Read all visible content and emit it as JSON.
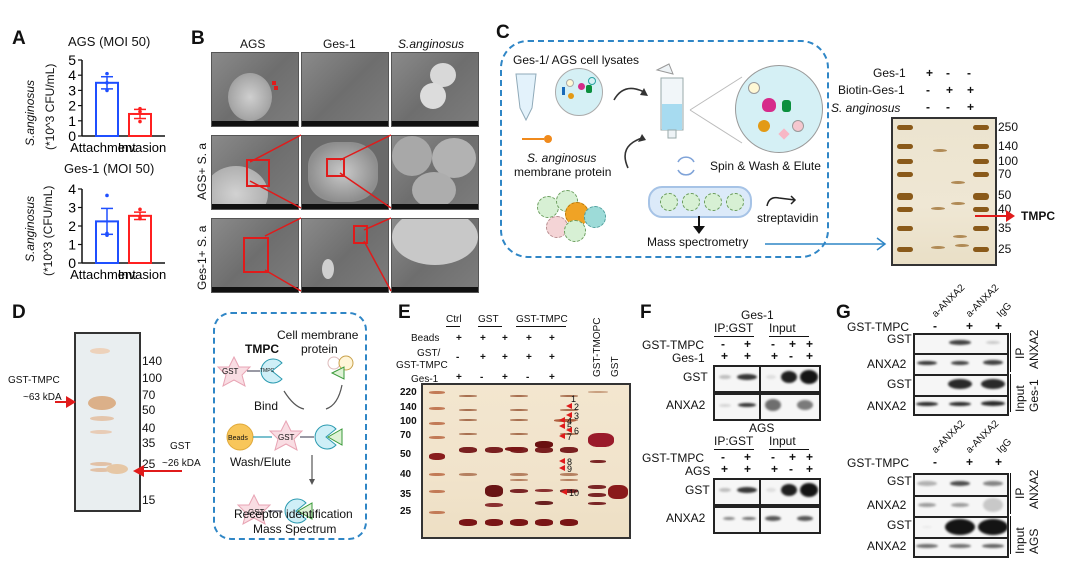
{
  "panels": {
    "A": {
      "label": "A",
      "charts": [
        {
          "title": "AGS (MOI 50)",
          "ylabel_line1": "S.anginosus",
          "ylabel_line2": "(*10^3 CFU/mL)"
        },
        {
          "title": "Ges-1 (MOI 50)",
          "ylabel_line1": "S.anginosus",
          "ylabel_line2": "(*10^3 (CFU/mL)"
        }
      ]
    },
    "B": {
      "label": "B",
      "columns": [
        "AGS",
        "Ges-1",
        "S.anginosus"
      ],
      "rows": [
        "",
        "AGS+ S. a",
        "Ges-1+ S. a"
      ]
    },
    "C": {
      "label": "C",
      "lysate_label": "Ges-1/ AGS cell lysates",
      "protein_label_line1": "S. anginosus",
      "protein_label_line2": "membrane protein",
      "spin_label": "Spin & Wash & Elute",
      "streptavidin_label": "streptavidin",
      "ms_label": "Mass spectrometry",
      "gel": {
        "row_labels": [
          "Ges-1",
          "Biotin-Ges-1",
          "S. anginosus"
        ],
        "row_values": [
          [
            "+",
            "-",
            "-"
          ],
          [
            "-",
            "+",
            "+"
          ],
          [
            "-",
            "-",
            "+"
          ]
        ],
        "markers": [
          "250",
          "140",
          "100",
          "70",
          "50",
          "40",
          "35",
          "25"
        ],
        "arrow_label": "TMPC"
      }
    },
    "D": {
      "label": "D",
      "gst_tmpc_label": "GST-TMPC",
      "gst_tmpc_size": "~63 kDA",
      "gst_label": "GST",
      "gst_size": "~26 kDA",
      "markers": [
        "140",
        "100",
        "70",
        "50",
        "40",
        "35",
        "25",
        "15"
      ],
      "schematic": {
        "tmpc_label": "TMPC",
        "membrane_label_line1": "Cell membrane",
        "membrane_label_line2": "protein",
        "bind_label": "Bind",
        "wash_label": "Wash/Elute",
        "receptor_line1": "Receptor identification",
        "receptor_line2": "Mass Spectrum",
        "gst_glyph": "GST",
        "tmpc_glyph": "TMPC",
        "beads_glyph": "Beads"
      }
    },
    "E": {
      "label": "E",
      "groups": [
        "Ctrl",
        "GST",
        "GST-TMPC"
      ],
      "row_labels": [
        "Beads",
        "GST/",
        "GST-TMPC",
        "Ges-1"
      ],
      "beads": [
        "+",
        "+",
        "+",
        "+",
        "+"
      ],
      "gst": [
        "-",
        "+",
        "+",
        "+",
        "+"
      ],
      "ges1": [
        "+",
        "-",
        "+",
        "-",
        "+"
      ],
      "extra_lanes": [
        "GST-TMOPC",
        "GST"
      ],
      "markers": [
        "220",
        "140",
        "100",
        "70",
        "50",
        "40",
        "35",
        "25"
      ],
      "band_numbers": [
        "1",
        "2",
        "3",
        "4",
        "5",
        "6",
        "7",
        "8",
        "9",
        "10"
      ]
    },
    "F": {
      "label": "F",
      "blocks": [
        {
          "cell": "Ges-1",
          "ip_label": "IP:GST",
          "input_label": "Input",
          "row1_label": "GST-TMPC",
          "row1": [
            "-",
            "+",
            "-",
            "+",
            "+"
          ],
          "row2_label": "Ges-1",
          "row2": [
            "+",
            "+",
            "+",
            "-",
            "+"
          ],
          "blots": [
            "GST",
            "ANXA2"
          ]
        },
        {
          "cell": "AGS",
          "ip_label": "IP:GST",
          "input_label": "Input",
          "row1_label": "GST-TMPC",
          "row1": [
            "-",
            "+",
            "-",
            "+",
            "+"
          ],
          "row2_label": "AGS",
          "row2": [
            "+",
            "+",
            "+",
            "-",
            "+"
          ],
          "blots": [
            "GST",
            "ANXA2"
          ]
        }
      ]
    },
    "G": {
      "label": "G",
      "blocks": [
        {
          "lanes": [
            "a-ANXA2",
            "a-ANXA2",
            "IgG"
          ],
          "row_label": "GST-TMPC",
          "row": [
            "-",
            "+",
            "+"
          ],
          "blots": [
            "GST",
            "ANXA2",
            "GST",
            "ANXA2"
          ],
          "side_ip": "IP",
          "side_ip2": "ANXA2",
          "side_input": "Input",
          "side_input2": "Ges-1"
        },
        {
          "lanes": [
            "a-ANXA2",
            "a-ANXA2",
            "IgG"
          ],
          "row_label": "GST-TMPC",
          "row": [
            "-",
            "+",
            "+"
          ],
          "blots": [
            "GST",
            "ANXA2",
            "GST",
            "ANXA2"
          ],
          "side_ip": "IP",
          "side_ip2": "ANXA2",
          "side_input": "Input",
          "side_input2": "AGS"
        }
      ]
    }
  },
  "chart_data": [
    {
      "type": "bar",
      "title": "AGS (MOI 50)",
      "xlabel": "",
      "ylabel": "S.anginosus (*10^3 CFU/mL)",
      "categories": [
        "Attachment",
        "Invasion"
      ],
      "values": [
        3.5,
        1.45
      ],
      "errors": [
        0.4,
        0.3
      ],
      "points": [
        [
          4.1,
          3.5,
          3.0
        ],
        [
          1.8,
          1.6,
          0.95
        ]
      ],
      "colors": [
        "#1f4fff",
        "#ff2020"
      ],
      "ylim": [
        0,
        5
      ],
      "yticks": [
        "0",
        "1",
        "2",
        "3",
        "4",
        "5"
      ]
    },
    {
      "type": "bar",
      "title": "Ges-1 (MOI 50)",
      "xlabel": "",
      "ylabel": "S.anginosus (*10^3 (CFU/mL)",
      "categories": [
        "Attachment",
        "Invasion"
      ],
      "values": [
        2.25,
        2.55
      ],
      "errors": [
        0.7,
        0.2
      ],
      "points": [
        [
          3.65,
          1.6,
          1.5
        ],
        [
          2.9,
          2.5,
          2.4
        ]
      ],
      "colors": [
        "#1f4fff",
        "#ff2020"
      ],
      "ylim": [
        0,
        4
      ],
      "yticks": [
        "0",
        "1",
        "2",
        "3",
        "4"
      ]
    }
  ]
}
